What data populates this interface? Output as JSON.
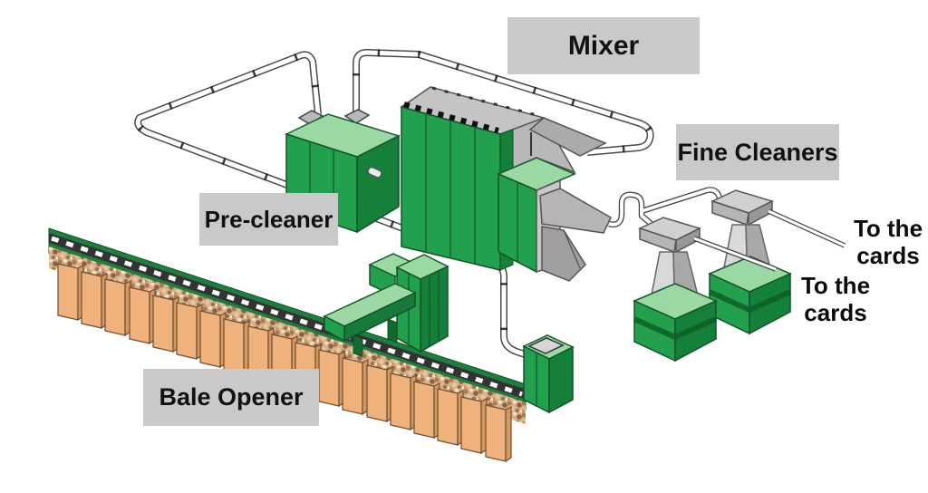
{
  "figure": {
    "background": "#ffffff",
    "labels": {
      "mixer": "Mixer",
      "fine_cleaners": "Fine Cleaners",
      "pre_cleaner": "Pre-cleaner",
      "bale_opener": "Bale Opener"
    },
    "annotations": {
      "to_cards_top": {
        "line1": "To the",
        "line2": "cards"
      },
      "to_cards_bottom": {
        "line1": "To the",
        "line2": "cards"
      }
    },
    "colors": {
      "label_bg": "#c9c9c9",
      "label_text": "#111111",
      "machine_green": "#23a04e",
      "machine_green_dark": "#15803a",
      "machine_green_light": "#9ad8a4",
      "machine_gray": "#c4c4c4",
      "machine_gray_dark": "#a8a8a8",
      "bale_tan": "#f0b27d",
      "bale_tan_dark": "#d6985f",
      "pipe_outline": "#4a4a4a",
      "pipe_fill": "#ffffff",
      "track_dark": "#333333"
    }
  }
}
